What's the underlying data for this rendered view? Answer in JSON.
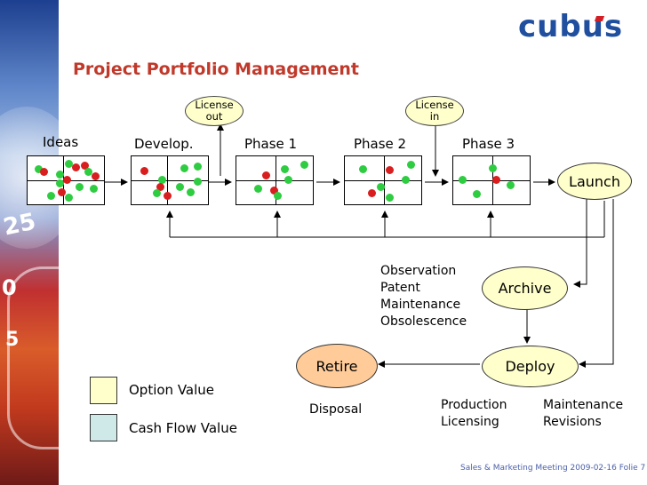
{
  "brand": {
    "logo_text": "cubus"
  },
  "title": "Project Portfolio Management",
  "stages": [
    {
      "label": "Ideas"
    },
    {
      "label": "Develop."
    },
    {
      "label": "Phase 1"
    },
    {
      "label": "Phase 2"
    },
    {
      "label": "Phase 3"
    }
  ],
  "license": {
    "out": [
      "License",
      "out"
    ],
    "in": [
      "License",
      "in"
    ]
  },
  "nodes": {
    "launch": "Launch",
    "archive": "Archive",
    "deploy": "Deploy",
    "retire": "Retire"
  },
  "archive_notes": [
    "Observation",
    "Patent",
    "Maintenance",
    "Obsolescence"
  ],
  "deploy_notes_left": [
    "Production",
    "Licensing"
  ],
  "deploy_notes_right": [
    "Maintenance",
    "Revisions"
  ],
  "retire_note": "Disposal",
  "legend": [
    {
      "label": "Option Value",
      "color": "#ffffcc"
    },
    {
      "label": "Cash Flow Value",
      "color": "#cfe8e8"
    }
  ],
  "footer": "Sales & Marketing Meeting 2009-02-16 Folie 7",
  "colors": {
    "green_dot": "#2ecc40",
    "red_dot": "#d81e1e",
    "title": "#c0392b",
    "logo": "#1f4f9e"
  }
}
